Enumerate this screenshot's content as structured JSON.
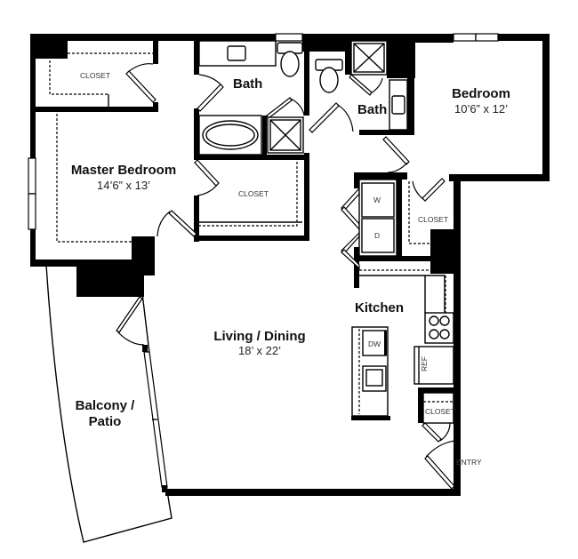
{
  "floorplan": {
    "rooms": {
      "master_closet_top": {
        "label": "CLOSET"
      },
      "master_bath": {
        "label": "Bath"
      },
      "master_bedroom": {
        "label": "Master Bedroom",
        "dims": "14’6” x 13’"
      },
      "master_closet_right": {
        "label": "CLOSET"
      },
      "bath2": {
        "label": "Bath"
      },
      "bedroom": {
        "label": "Bedroom",
        "dims": "10’6” x 12’"
      },
      "bedroom_closet": {
        "label": "CLOSET"
      },
      "kitchen": {
        "label": "Kitchen"
      },
      "living": {
        "label": "Living / Dining",
        "dims": "18’ x 22’"
      },
      "balcony": {
        "label_line1": "Balcony /",
        "label_line2": "Patio"
      },
      "entry_closet": {
        "label": "CLOSET"
      },
      "entry": {
        "label": "ENTRY"
      }
    },
    "appliances": {
      "washer": "W",
      "dryer": "D",
      "dishwasher": "DW",
      "refrigerator": "REF"
    },
    "colors": {
      "wall": "#000000",
      "background": "#ffffff"
    }
  }
}
